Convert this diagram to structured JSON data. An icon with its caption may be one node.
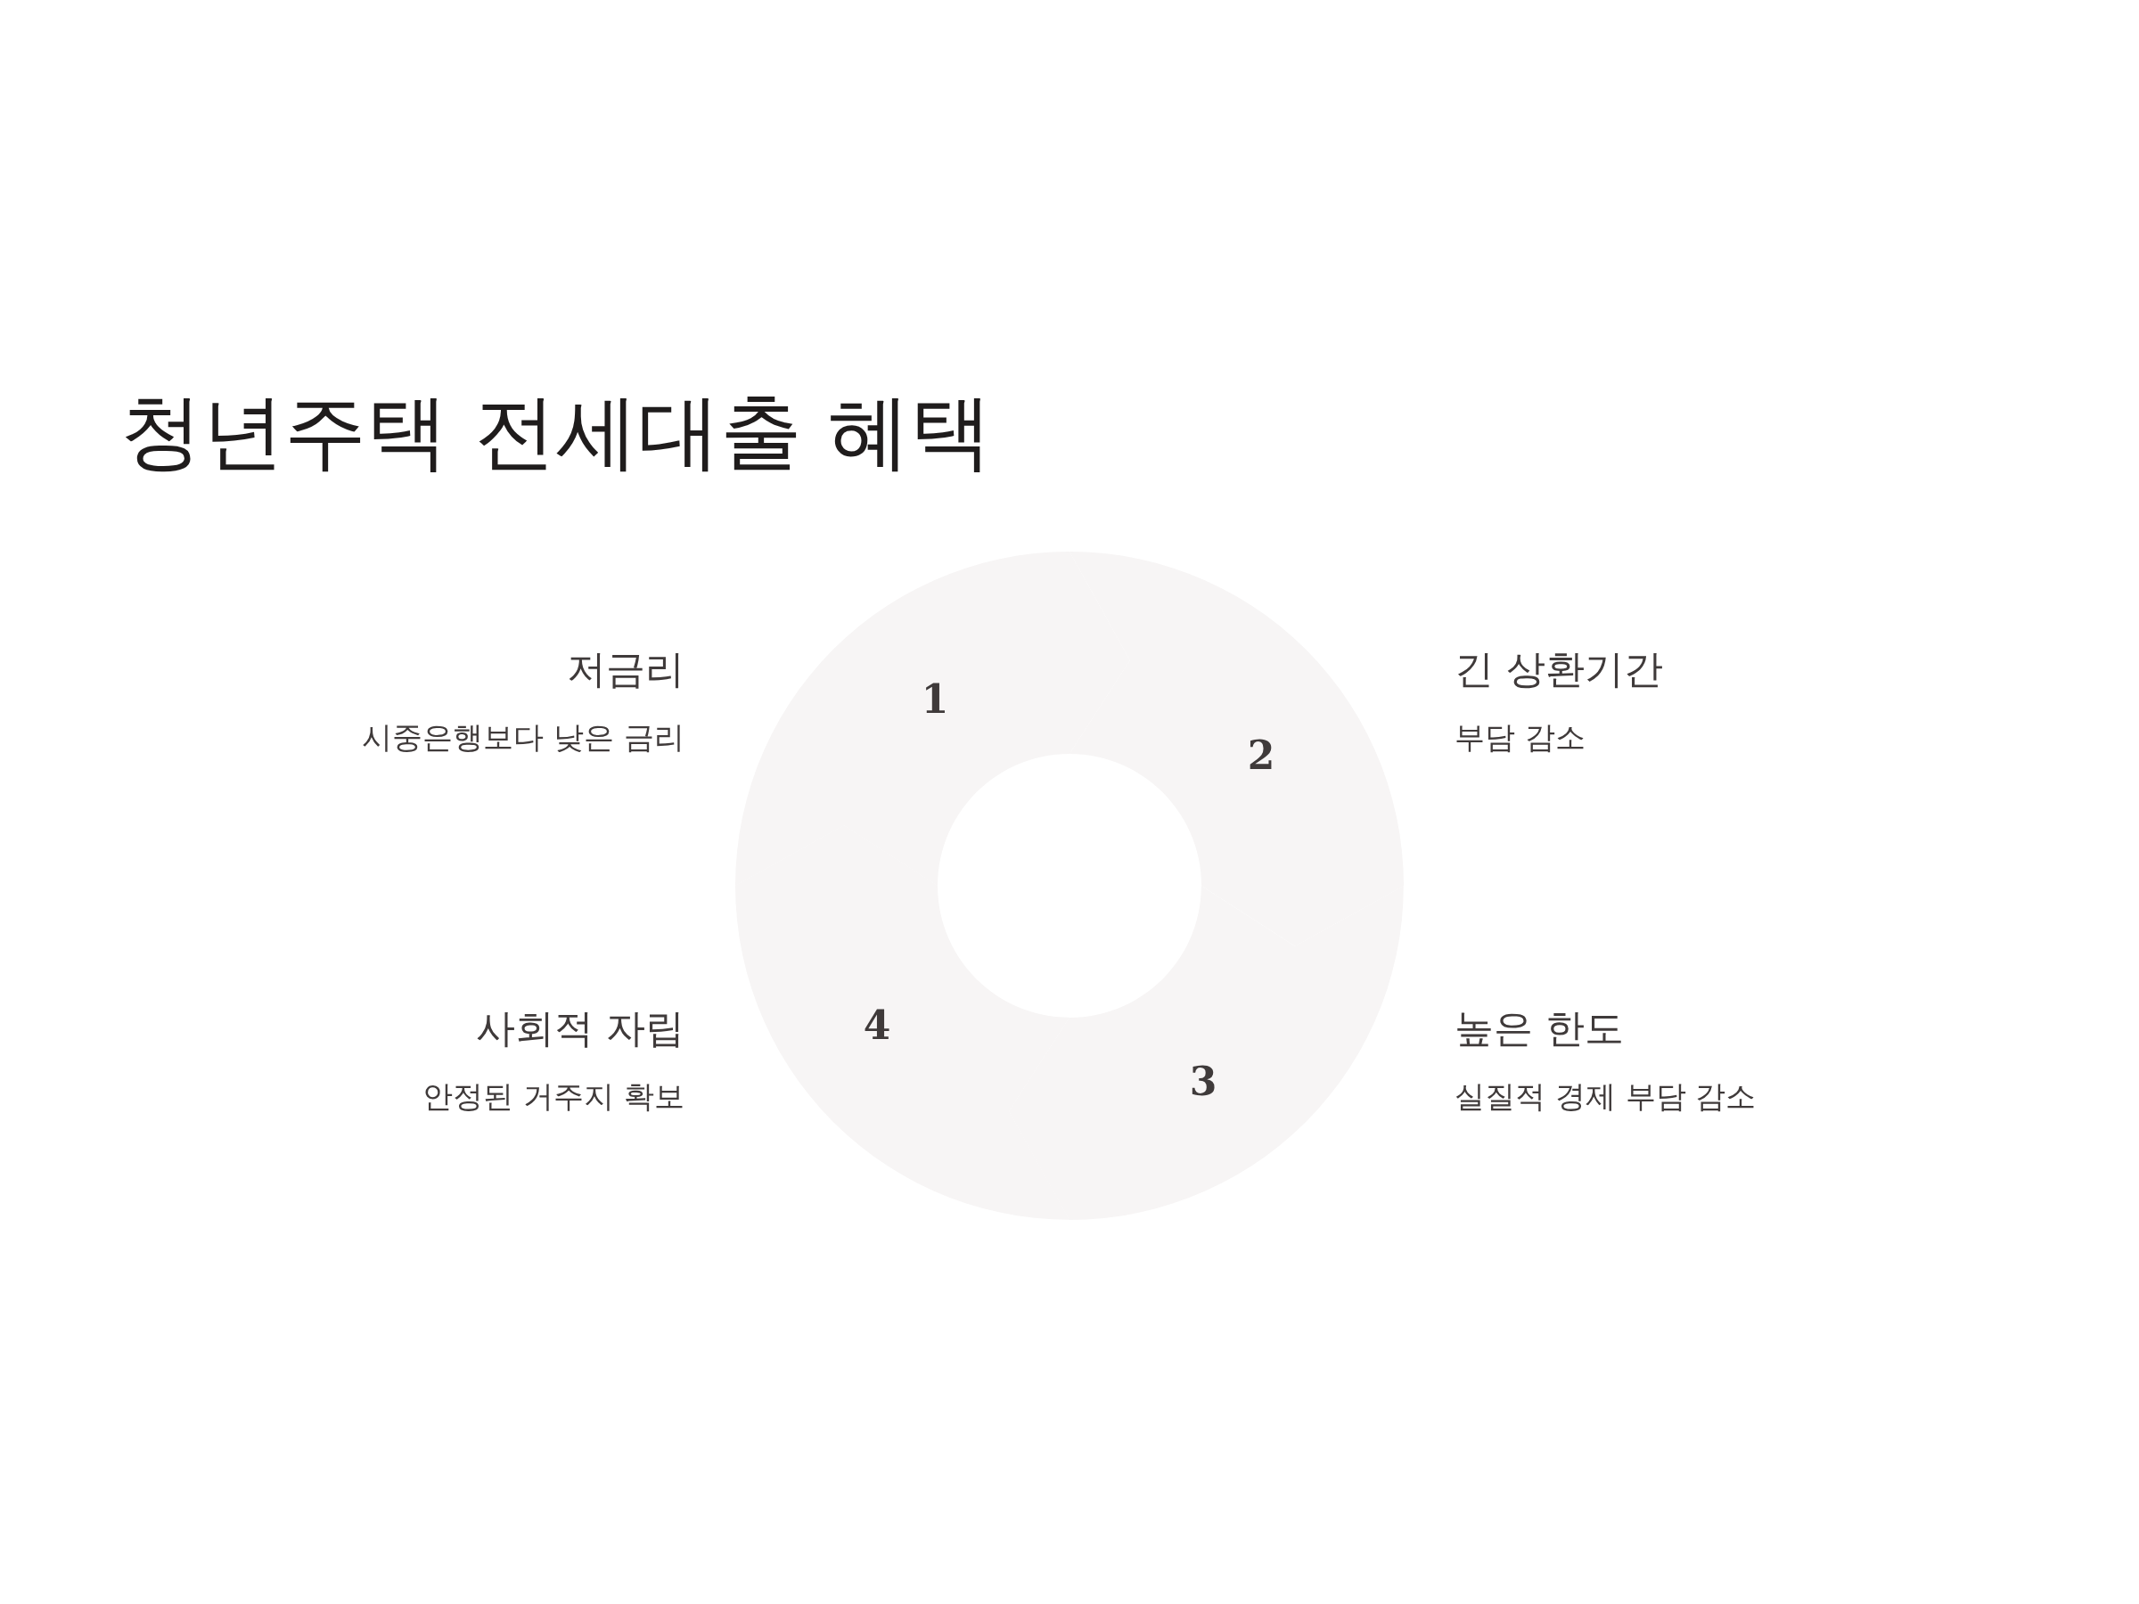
{
  "diagram": {
    "title": "청년주택 전세대출 혜택",
    "nodes": [
      {
        "text": [
          "1"
        ],
        "beside": [
          "저금리",
          "시중은행보다 낮은 금리"
        ]
      },
      {
        "text": [
          "2"
        ],
        "beside": [
          "긴 상환기간",
          "부담 감소"
        ]
      },
      {
        "text": [
          "3"
        ],
        "beside": [
          "높은 한도",
          "실질적 경제 부담 감소"
        ]
      },
      {
        "text": [
          "4"
        ],
        "beside": [
          "사회적 자립",
          "안정된 거주지 확보"
        ]
      }
    ]
  }
}
